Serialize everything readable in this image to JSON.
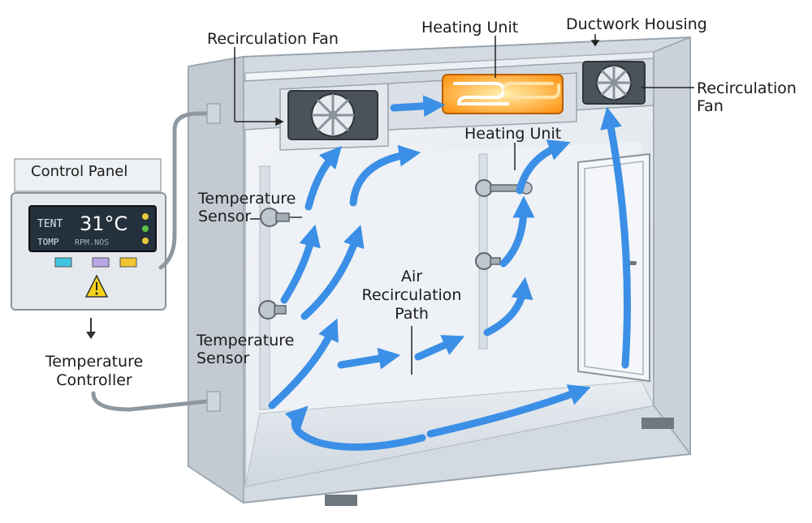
{
  "labels": {
    "recirculation_fan_left": "Recirculation Fan",
    "heating_unit_top": "Heating Unit",
    "ductwork_housing": "Ductwork Housing",
    "recirculation_fan_right": [
      "Recirculation",
      "Fan"
    ],
    "heating_unit_mid": "Heating Unit",
    "control_panel": "Control Panel",
    "temperature_sensor_upper": [
      "Temperature",
      "Sensor"
    ],
    "temperature_sensor_lower": [
      "Temperature",
      "Sensor"
    ],
    "air_recirculation_path": [
      "Air",
      "Recirculation",
      "Path"
    ],
    "temperature_controller": [
      "Temperature",
      "Controller"
    ]
  },
  "display": {
    "line1_label": "TENT",
    "temperature": "31°C",
    "line2_label": "TOMP",
    "line2_value": "RPM.NOS"
  },
  "colors": {
    "airflow": "#3b8fe6",
    "heater": "#ff9a1f",
    "chamber": "#e3e8ee",
    "frame": "#c9d0d8",
    "warning": "#f5d21b"
  }
}
